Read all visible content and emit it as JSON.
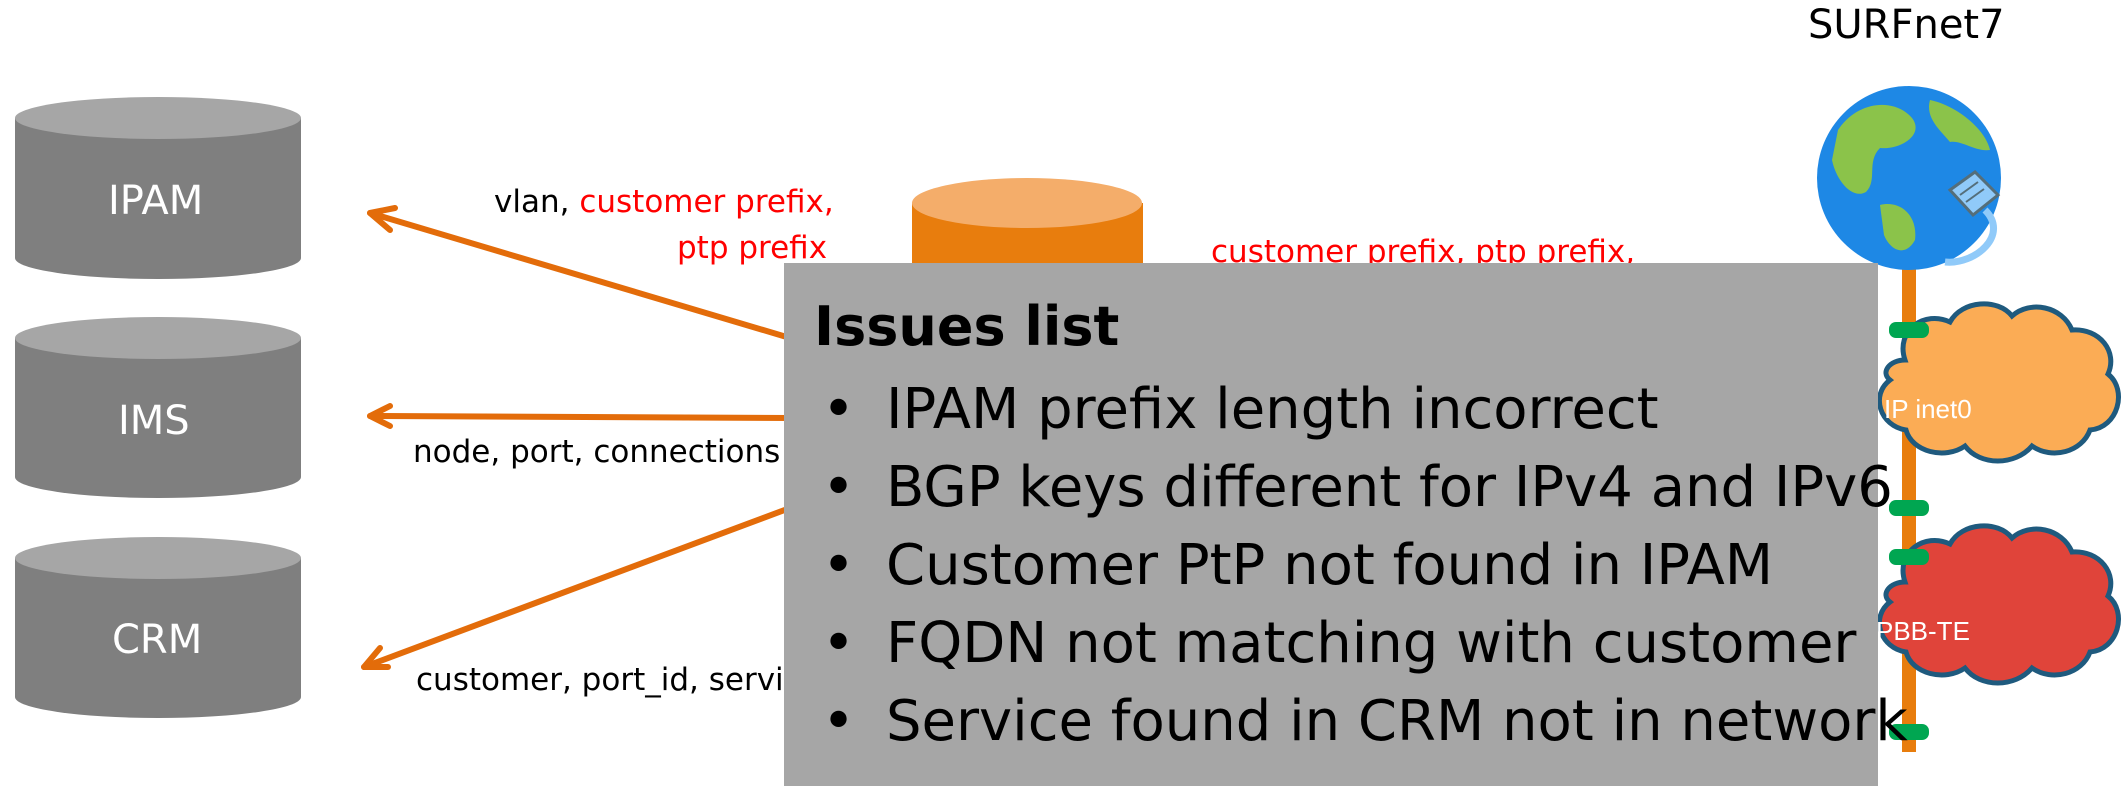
{
  "databases": [
    {
      "label": "IPAM"
    },
    {
      "label": "IMS"
    },
    {
      "label": "CRM"
    }
  ],
  "edges": {
    "ipam_black": "vlan,",
    "ipam_red_1": "customer prefix,",
    "ipam_red_2": "ptp prefix",
    "ims": "node, port, connections",
    "crm": "customer, port_id, servic",
    "network_red": "customer prefix, ptp prefix,"
  },
  "network": {
    "title": "SURFnet7",
    "cloud_top": "IP inet0",
    "cloud_bottom": "PBB-TE"
  },
  "issues": {
    "title": "Issues list",
    "bullet": "•",
    "items": [
      "IPAM prefix length incorrect",
      "BGP keys different for IPv4 and IPv6",
      "Customer PtP not found in IPAM",
      "FQDN not matching with customer",
      "Service found in CRM not in network"
    ]
  },
  "colors": {
    "db_gray": "#7f7f7f",
    "db_gray_top": "#a6a6a6",
    "arrow_orange": "#e36c0a",
    "central_orange": "#e87d0d",
    "central_top": "#f4ad6a",
    "red_text": "#ff0000",
    "issues_bg": "#a6a6a6",
    "cloud_orange": "#fbac55",
    "cloud_red": "#e0443a",
    "cloud_border": "#1f5a7e",
    "connector_green": "#00a651",
    "globe_blue": "#1e88e5",
    "land_green": "#8bc34a"
  }
}
